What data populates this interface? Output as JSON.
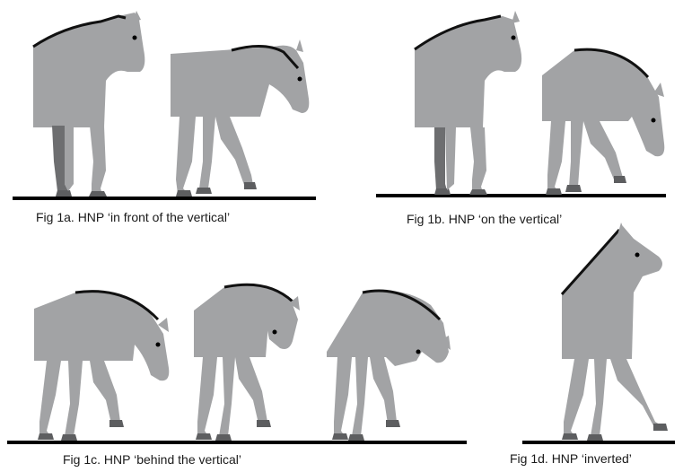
{
  "figures": [
    {
      "id": "1a",
      "caption": "Fig 1a. HNP ‘in front of the vertical’"
    },
    {
      "id": "1b",
      "caption": "Fig 1b. HNP ‘on the vertical’"
    },
    {
      "id": "1c",
      "caption": "Fig 1c. HNP ‘behind the vertical’"
    },
    {
      "id": "1d",
      "caption": "Fig 1d. HNP ‘inverted’"
    }
  ],
  "colors": {
    "horse_body": "#a2a3a5",
    "horse_dark_leg": "#6d6e70",
    "hoof": "#5d5e60",
    "mane": "#111111",
    "ground": "#000000",
    "eye": "#000000",
    "detail_line": "#ffffff"
  }
}
